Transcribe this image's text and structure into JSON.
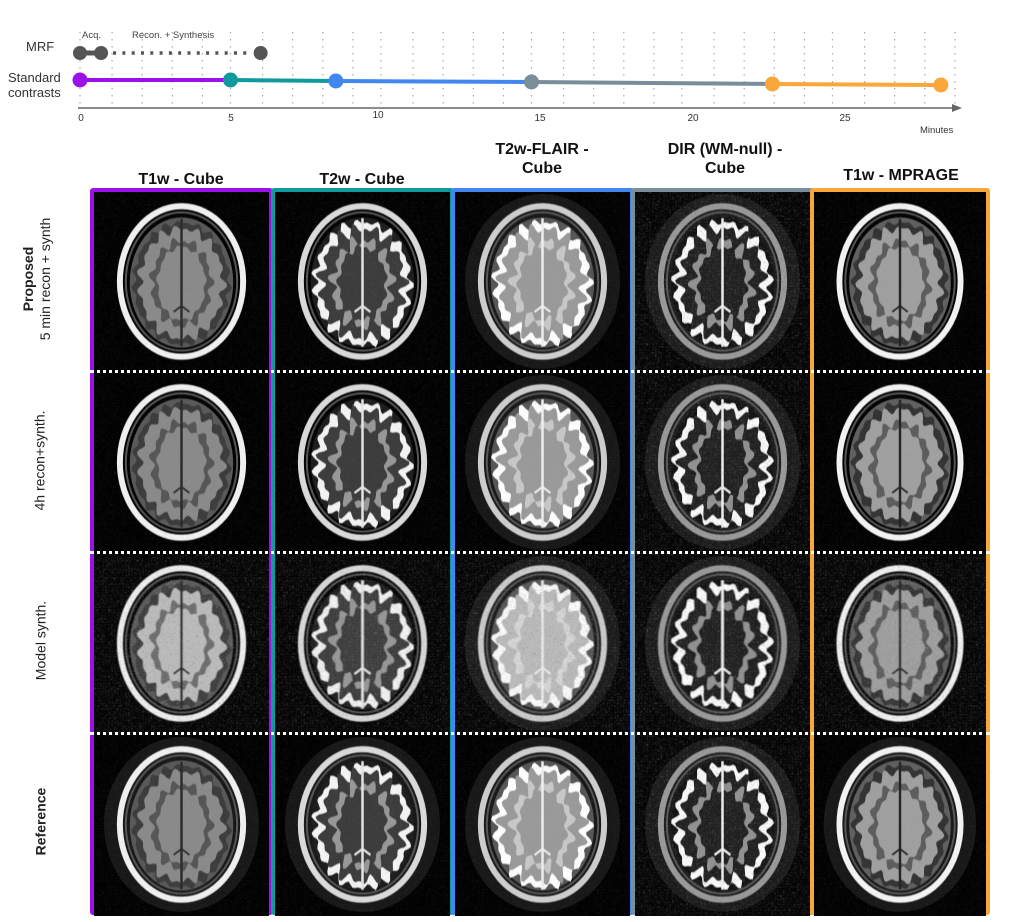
{
  "timeline": {
    "rows": [
      {
        "label": "MRF"
      },
      {
        "label_line1": "Standard",
        "label_line2": "contrasts"
      }
    ],
    "mrf_annotations": {
      "acq": "Acq.",
      "recon": "Recon. + Synthesis"
    },
    "axis": {
      "ticks": [
        "0",
        "5",
        "10",
        "15",
        "20",
        "25"
      ],
      "tick_values": [
        0,
        5,
        10,
        15,
        20,
        25
      ],
      "unit_label": "Minutes",
      "range": [
        0,
        29
      ]
    },
    "mrf_points_min": [
      0,
      0.7,
      6.0
    ],
    "standard_points_min": [
      0,
      5.0,
      8.5,
      15.0,
      23.0,
      28.6
    ],
    "segment_colors": [
      "#9b11ea",
      "#119a9e",
      "#4286f0",
      "#7a8d9b",
      "#f9a63b"
    ],
    "mrf_color": "#555555"
  },
  "columns": [
    {
      "title": "T1w - Cube",
      "color": "#9b11ea",
      "contrast": "t1"
    },
    {
      "title": "T2w - Cube",
      "color": "#119a9e",
      "contrast": "t2"
    },
    {
      "title_line1": "T2w-FLAIR -",
      "title_line2": "Cube",
      "color": "#4286f0",
      "contrast": "flair"
    },
    {
      "title_line1": "DIR (WM-null) -",
      "title_line2": "Cube",
      "color": "#7a8d9b",
      "contrast": "dir"
    },
    {
      "title": "T1w - MPRAGE",
      "color": "#f9a63b",
      "contrast": "mprage"
    }
  ],
  "rows": [
    {
      "label_bold": "Proposed",
      "label": "5 min recon + synth"
    },
    {
      "label": "4h recon+synth."
    },
    {
      "label": "Model synth."
    },
    {
      "label_bold": "Reference"
    }
  ]
}
